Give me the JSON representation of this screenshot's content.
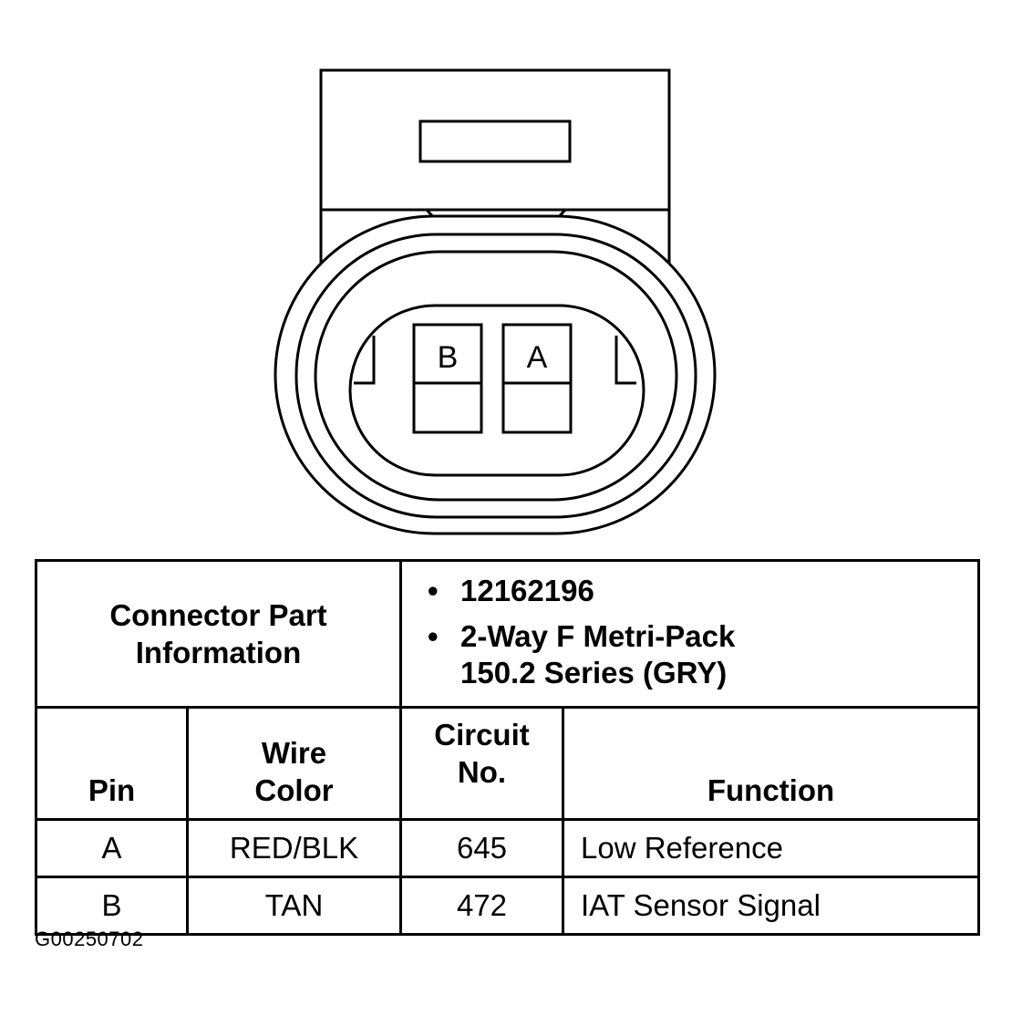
{
  "connector_view": {
    "pins": [
      {
        "letter": "B"
      },
      {
        "letter": "A"
      }
    ]
  },
  "part_info": {
    "label_line1": "Connector Part",
    "label_line2": "Information",
    "items": [
      {
        "line1": "12162196",
        "line2": ""
      },
      {
        "line1": "2-Way F Metri-Pack",
        "line2": "150.2 Series (GRY)"
      }
    ]
  },
  "columns": {
    "pin": "Pin",
    "wire_line1": "Wire",
    "wire_line2": "Color",
    "circuit_line1": "Circuit",
    "circuit_line2": "No.",
    "function": "Function"
  },
  "rows": [
    {
      "pin": "A",
      "wire_color": "RED/BLK",
      "circuit": "645",
      "function": "Low Reference"
    },
    {
      "pin": "B",
      "wire_color": "TAN",
      "circuit": "472",
      "function": "IAT Sensor Signal"
    }
  ],
  "document_id": "G00250702"
}
